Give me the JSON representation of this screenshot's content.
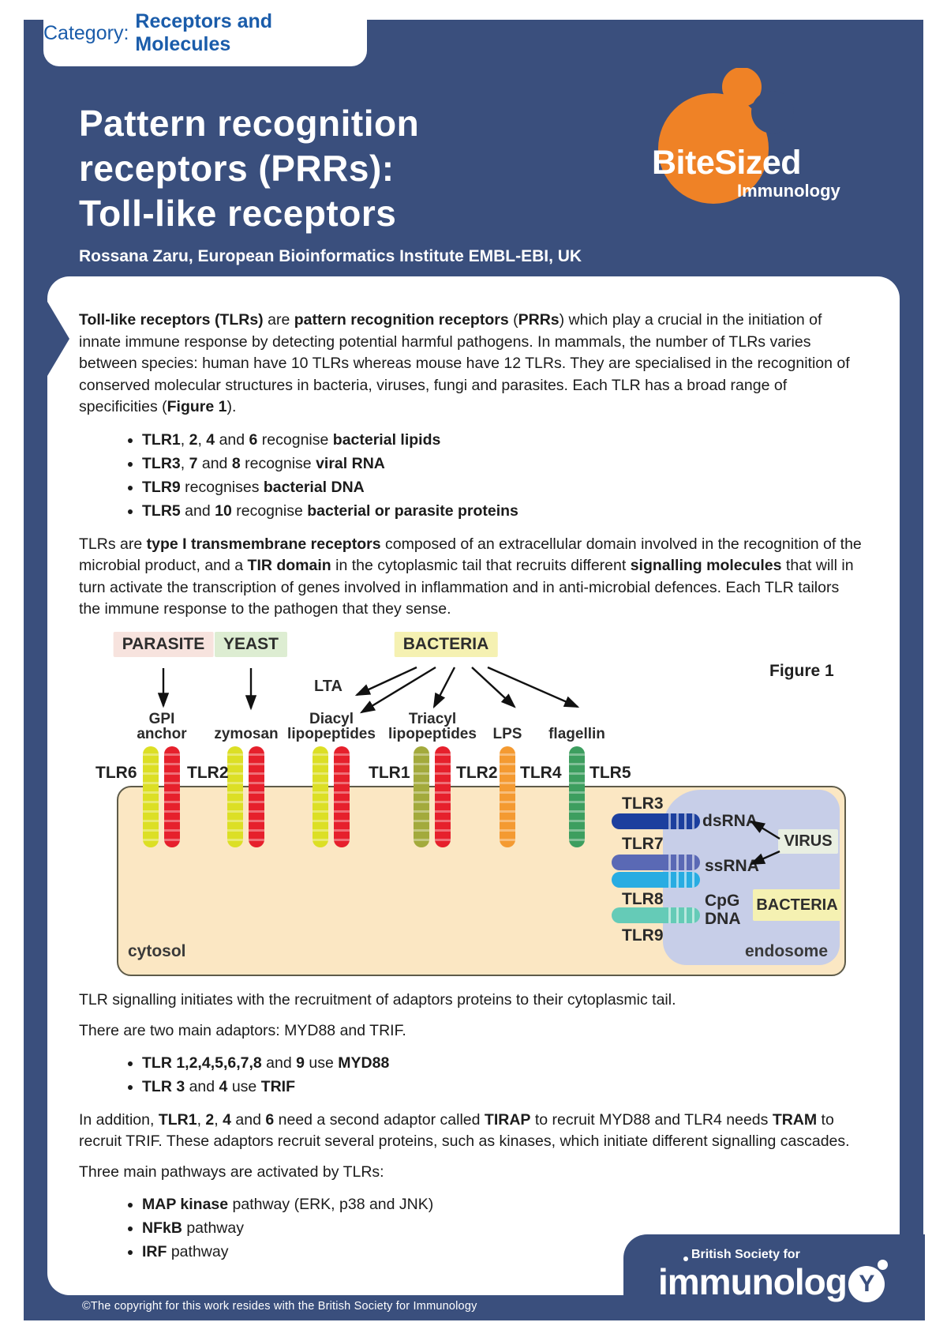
{
  "page": {
    "category": {
      "prefix": "Category:",
      "label": "Receptors and Molecules"
    },
    "title_lines": [
      "Pattern recognition",
      "receptors (PRRs):",
      "Toll-like receptors"
    ],
    "author": "Rossana Zaru, European Bioinformatics Institute EMBL-EBI, UK",
    "logo": {
      "line1": "BiteSized",
      "line2": "Immunology"
    },
    "footer": {
      "copyright": "©The copyright for this work resides with the British Society for Immunology",
      "bsi_small": "British Society for",
      "bsi_main": "immunolog",
      "bsi_y": "Y"
    },
    "colors": {
      "frame_blue": "#3a4f7d",
      "category_blue": "#1a5caa",
      "logo_orange": "#ef8226",
      "membrane_tan": "#fbe7c3",
      "endosome_lavender": "#c7cee8",
      "parasite_box": "#f7e3de",
      "yeast_box": "#ddedd2",
      "bacteria_box": "#f5f1b2",
      "virus_box": "#e9efe2",
      "tlr_yellow": "#dcdf25",
      "tlr_red": "#e6202c",
      "tlr_olive": "#a3aa3c",
      "tlr_orange": "#f49a31",
      "tlr_green": "#3d9e5f",
      "tlr3_blue": "#1c3f9e",
      "tlr7_slate": "#5a69b5",
      "tlr8_cyan": "#28ace2",
      "tlr9_teal": "#65cbb7"
    }
  },
  "article": {
    "p1_segments": [
      {
        "t": "Toll-like receptors (TLRs)",
        "b": true
      },
      {
        "t": " are ",
        "b": false
      },
      {
        "t": "pattern recognition receptors",
        "b": true
      },
      {
        "t": " (",
        "b": false
      },
      {
        "t": "PRRs",
        "b": true
      },
      {
        "t": ") which play a crucial in the initiation of innate immune response by detecting potential harmful pathogens. In mammals, the number of TLRs varies between species: human have 10 TLRs whereas mouse have 12 TLRs. They are specialised in the recognition of conserved molecular structures in bacteria, viruses, fungi and parasites. Each TLR has a broad range of specificities (",
        "b": false
      },
      {
        "t": "Figure 1",
        "b": true
      },
      {
        "t": ").",
        "b": false
      }
    ],
    "bullets1": [
      [
        {
          "t": "TLR1",
          "b": true
        },
        {
          "t": ", ",
          "b": false
        },
        {
          "t": "2",
          "b": true
        },
        {
          "t": ", ",
          "b": false
        },
        {
          "t": "4",
          "b": true
        },
        {
          "t": " and ",
          "b": false
        },
        {
          "t": "6",
          "b": true
        },
        {
          "t": " recognise ",
          "b": false
        },
        {
          "t": "bacterial lipids",
          "b": true
        }
      ],
      [
        {
          "t": "TLR3",
          "b": true
        },
        {
          "t": ", ",
          "b": false
        },
        {
          "t": "7",
          "b": true
        },
        {
          "t": " and ",
          "b": false
        },
        {
          "t": "8",
          "b": true
        },
        {
          "t": " recognise ",
          "b": false
        },
        {
          "t": "viral RNA",
          "b": true
        }
      ],
      [
        {
          "t": "TLR9",
          "b": true
        },
        {
          "t": " recognises ",
          "b": false
        },
        {
          "t": "bacterial DNA",
          "b": true
        }
      ],
      [
        {
          "t": "TLR5",
          "b": true
        },
        {
          "t": " and ",
          "b": false
        },
        {
          "t": "10",
          "b": true
        },
        {
          "t": " recognise ",
          "b": false
        },
        {
          "t": "bacterial or parasite proteins",
          "b": true
        }
      ]
    ],
    "p2_segments": [
      {
        "t": "TLRs are ",
        "b": false
      },
      {
        "t": "type I transmembrane receptors",
        "b": true
      },
      {
        "t": " composed of an extracellular domain involved in the recognition of the microbial product, and a ",
        "b": false
      },
      {
        "t": "TIR domain",
        "b": true
      },
      {
        "t": " in the cytoplasmic tail that recruits different ",
        "b": false
      },
      {
        "t": "signalling molecules",
        "b": true
      },
      {
        "t": " that will in turn activate the transcription of genes involved in inflammation and in anti-microbial defences. Each TLR tailors the immune response to the pathogen that they sense.",
        "b": false
      }
    ],
    "p3": "TLR signalling initiates with the recruitment of adaptors proteins to their cytoplasmic tail.",
    "p4": "There are two main adaptors: MYD88 and TRIF.",
    "bullets2": [
      [
        {
          "t": "TLR 1,2,4,5,6,7,8",
          "b": true
        },
        {
          "t": " and ",
          "b": false
        },
        {
          "t": "9",
          "b": true
        },
        {
          "t": " use ",
          "b": false
        },
        {
          "t": "MYD88",
          "b": true
        }
      ],
      [
        {
          "t": "TLR 3",
          "b": true
        },
        {
          "t": " and ",
          "b": false
        },
        {
          "t": "4",
          "b": true
        },
        {
          "t": " use ",
          "b": false
        },
        {
          "t": "TRIF",
          "b": true
        }
      ]
    ],
    "p5_segments": [
      {
        "t": "In addition, ",
        "b": false
      },
      {
        "t": "TLR1",
        "b": true
      },
      {
        "t": ", ",
        "b": false
      },
      {
        "t": "2",
        "b": true
      },
      {
        "t": ", ",
        "b": false
      },
      {
        "t": "4",
        "b": true
      },
      {
        "t": " and ",
        "b": false
      },
      {
        "t": "6",
        "b": true
      },
      {
        "t": " need a second adaptor called ",
        "b": false
      },
      {
        "t": "TIRAP",
        "b": true
      },
      {
        "t": " to recruit MYD88 and TLR4 needs ",
        "b": false
      },
      {
        "t": "TRAM",
        "b": true
      },
      {
        "t": " to recruit TRIF. These adaptors recruit several proteins, such as kinases, which initiate different signalling cascades.",
        "b": false
      }
    ],
    "p6": "Three main pathways are activated by TLRs:",
    "bullets3": [
      [
        {
          "t": "MAP kinase",
          "b": true
        },
        {
          "t": " pathway (ERK, p38 and JNK)",
          "b": false
        }
      ],
      [
        {
          "t": "NFkB",
          "b": true
        },
        {
          "t": " pathway",
          "b": false
        }
      ],
      [
        {
          "t": "IRF",
          "b": true
        },
        {
          "t": " pathway",
          "b": false
        }
      ]
    ]
  },
  "figure": {
    "caption": "Figure 1",
    "sources": {
      "parasite": "PARASITE",
      "yeast": "YEAST",
      "bacteria": "BACTERIA"
    },
    "ligands": {
      "lta": "LTA",
      "gpi_lines": [
        "GPI",
        "anchor"
      ],
      "zymosan": "zymosan",
      "diacyl_lines": [
        "Diacyl",
        "lipopeptides"
      ],
      "triacyl_lines": [
        "Triacyl",
        "lipopeptides"
      ],
      "lps": "LPS",
      "flagellin": "flagellin"
    },
    "receptors": {
      "tlr6": "TLR6",
      "tlr2a": "TLR2",
      "tlr1": "TLR1",
      "tlr2b": "TLR2",
      "tlr4": "TLR4",
      "tlr5": "TLR5",
      "tlr3": "TLR3",
      "tlr7": "TLR7",
      "tlr8": "TLR8",
      "tlr9": "TLR9"
    },
    "endosome_items": {
      "dsrna": "dsRNA",
      "ssrna": "ssRNA",
      "cpg_lines": [
        "CpG",
        "DNA"
      ],
      "virus": "VIRUS",
      "bacteria": "BACTERIA",
      "endosome": "endosome",
      "cytosol": "cytosol"
    }
  }
}
